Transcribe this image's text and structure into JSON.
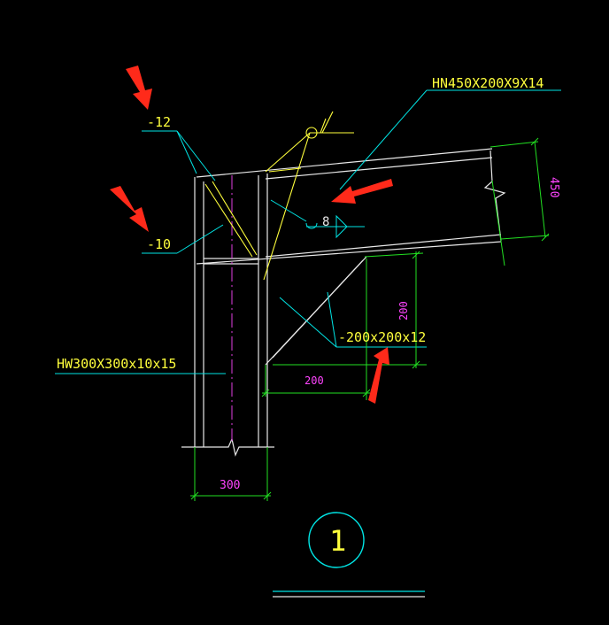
{
  "drawing": {
    "labels": {
      "beam_section": "HN450X200X9X14",
      "column_section": "HW300X300x10x15",
      "plate_top": "-12",
      "plate_mid": "-10",
      "stiffener_plate": "-200x200x12",
      "weld_size": "8",
      "dim_column_width": "300",
      "dim_beam_depth": "450",
      "dim_stiffener_horizontal": "200",
      "dim_stiffener_vertical": "200",
      "detail_number": "1"
    },
    "colors": {
      "background": "#000000",
      "leader_cyan": "#00e5e5",
      "steel_white": "#e8e8e8",
      "weld_yellow": "#ffff3c",
      "dimension_green": "#22e022",
      "dimension_text_magenta": "#ff44ff",
      "centerline_magenta": "#e040e0",
      "annotation_arrow_red": "#ff2a1a"
    }
  }
}
